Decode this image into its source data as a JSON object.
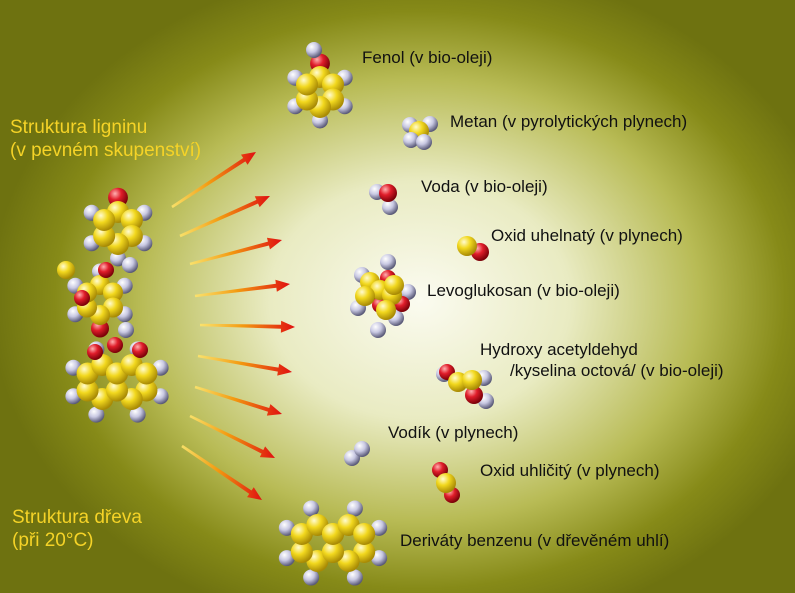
{
  "lignin_label": [
    "Struktura ligninu",
    "(v pevném skupenství)"
  ],
  "wood_label": [
    "Struktura dřeva",
    "(při 20°C)"
  ],
  "products": [
    "Fenol (v bio-oleji)",
    "Metan (v pyrolytických plynech)",
    "Voda (v bio-oleji)",
    "Oxid uhelnatý (v plynech)",
    "Levoglukosan (v bio-oleji)",
    "Hydroxy acetyldehyd",
    "/kyselina octová/ (v bio-oleji)",
    "Vodík (v plynech)",
    "Oxid uhličitý (v plynech)",
    "Deriváty benzenu (v dřevěném uhlí)"
  ],
  "colors": {
    "carbon": "#f2d81e",
    "oxygen": "#e01d2a",
    "hydrogen": "#c8c8e2",
    "arrow": "#e01010",
    "side_text": "#f5d327"
  }
}
